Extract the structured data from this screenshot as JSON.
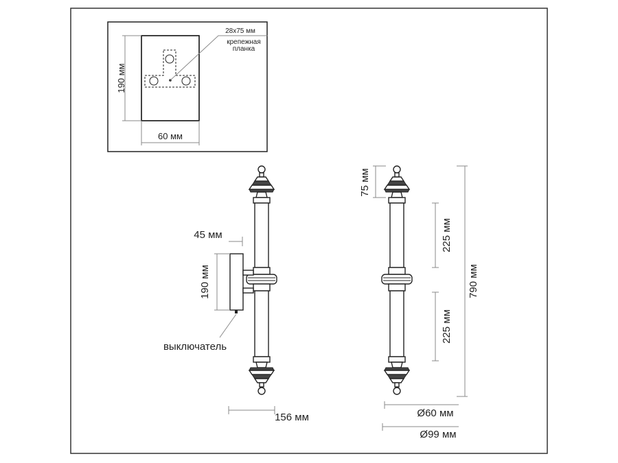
{
  "mount_detail": {
    "height_label": "190 мм",
    "width_label": "60 мм",
    "bracket_size": "28x75 мм",
    "bracket_name_line1": "крепежная",
    "bracket_name_line2": "планка"
  },
  "side_view": {
    "offset_label": "45 мм",
    "plate_height_label": "190 мм",
    "switch_label": "выключатель",
    "depth_label": "156 мм"
  },
  "front_view": {
    "finial_label": "75 мм",
    "upper_tube_label": "225 мм",
    "lower_tube_label": "225 мм",
    "total_height_label": "790 мм",
    "tube_diameter_label": "Ø60 мм",
    "max_diameter_label": "Ø99 мм"
  }
}
